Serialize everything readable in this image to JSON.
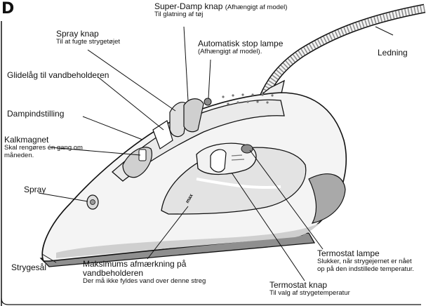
{
  "corner_letter": "D",
  "labels": {
    "super_damp": {
      "title": "Super-Damp knap",
      "title_suffix": "(Afhængigt af model)",
      "sub": "Til glatning af tøj"
    },
    "spray_knap": {
      "title": "Spray knap",
      "sub": "Til at fugte strygetøjet"
    },
    "auto_stop": {
      "title": "Automatisk stop lampe",
      "sub": "(Afhængigt af model)."
    },
    "ledning": {
      "title": "Ledning"
    },
    "glidelag": {
      "title": "Glidelåg til vandbeholderen"
    },
    "dampindstilling": {
      "title": "Dampindstilling"
    },
    "kalkmagnet": {
      "title": "Kalkmagnet",
      "sub1": "Skal rengøres én gang om",
      "sub2": "måneden."
    },
    "spray": {
      "title": "Spray"
    },
    "strygesal": {
      "title": "Strygesål"
    },
    "maksimum": {
      "title1": "Maksimums afmærkning på",
      "title2": "vandbeholderen",
      "sub": "Der må ikke fyldes vand over denne streg"
    },
    "termostat_knap": {
      "title": "Termostat knap",
      "sub": "Til valg af strygetemperatur"
    },
    "termostat_lampe": {
      "title": "Termostat lampe",
      "sub1": "Slukker, når strygejernet er nået",
      "sub2": "op på den indstillede temperatur."
    }
  },
  "max_mark_text": "max",
  "colors": {
    "line": "#111111",
    "iron_light": "#f4f4f4",
    "iron_mid": "#d9d9d9",
    "iron_dark": "#9a9a9a",
    "soleplate": "#8a8a8a"
  }
}
